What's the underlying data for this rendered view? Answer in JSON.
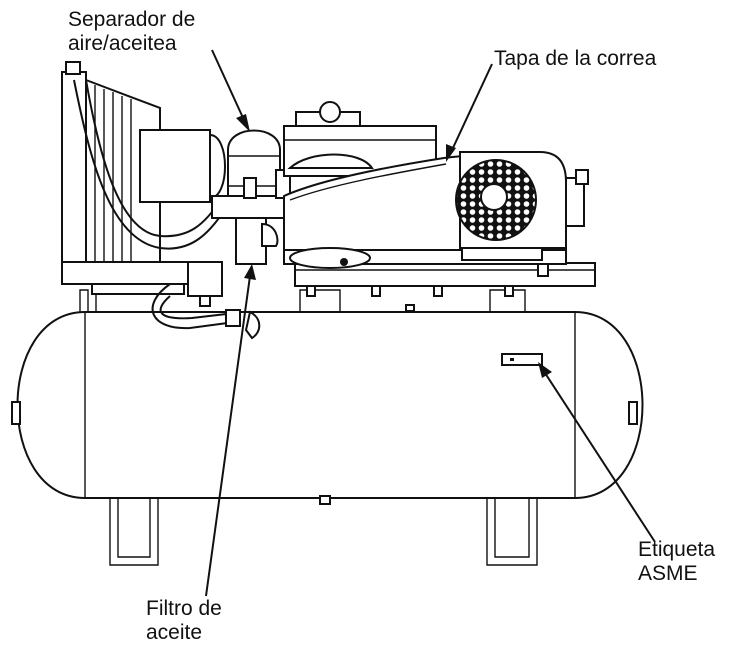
{
  "labels": {
    "separator_line1": "Separador de",
    "separator_line2": "aire/aceitea",
    "belt_cover": "Tapa de la correa",
    "asme_line1": "Etiqueta",
    "asme_line2": "ASME",
    "filter_line1": "Filtro de",
    "filter_line2": "aceite"
  }
}
